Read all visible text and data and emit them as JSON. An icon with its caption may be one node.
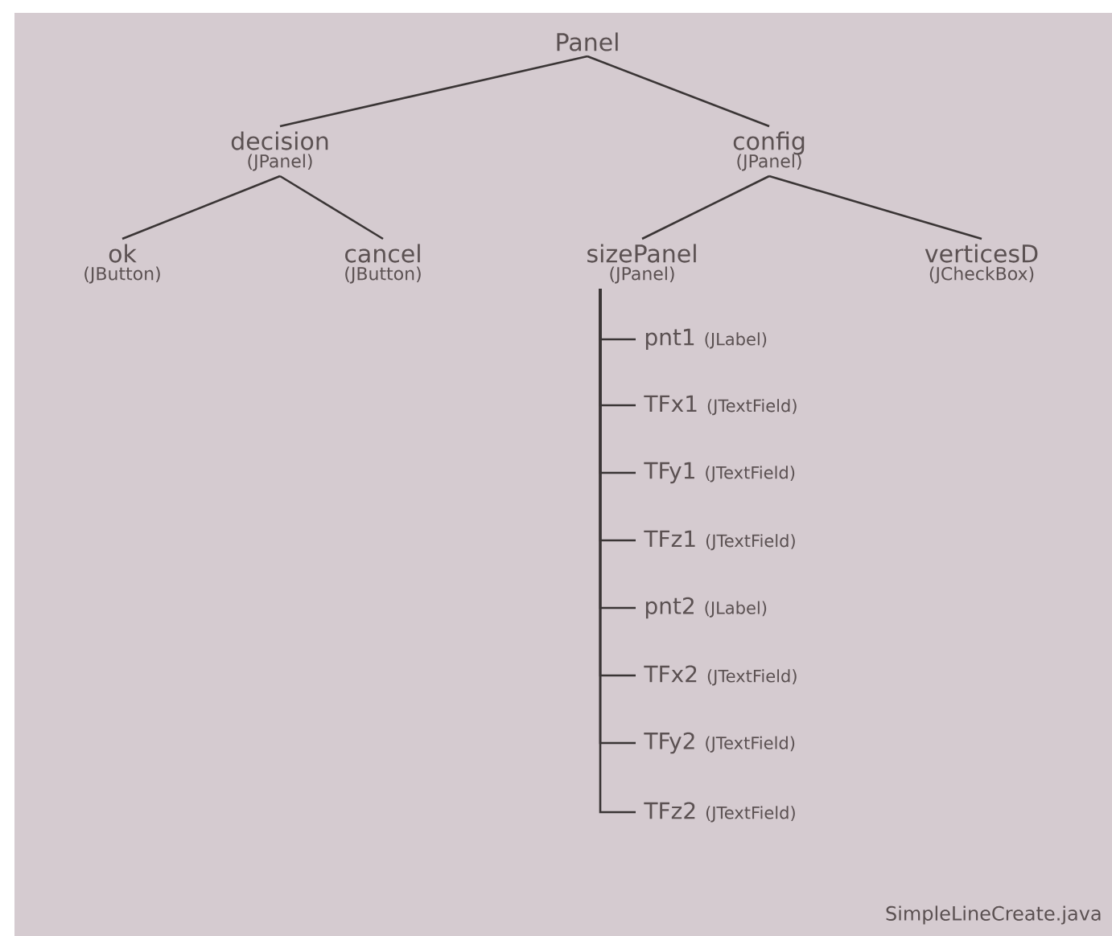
{
  "diagram": {
    "nodes": [
      {
        "text": [
          "Panel"
        ]
      },
      {
        "text": [
          "decision",
          "(JPanel)"
        ]
      },
      {
        "text": [
          "config",
          "(JPanel)"
        ]
      },
      {
        "text": [
          "ok",
          "(JButton)"
        ]
      },
      {
        "text": [
          "cancel",
          "(JButton)"
        ]
      },
      {
        "text": [
          "sizePanel",
          "(JPanel)"
        ]
      },
      {
        "text": [
          "verticesD",
          "(JCheckBox)"
        ]
      },
      {
        "text": [
          "pnt1",
          "(JLabel)"
        ]
      },
      {
        "text": [
          "TFx1",
          "(JTextField)"
        ]
      },
      {
        "text": [
          "TFy1",
          "(JTextField)"
        ]
      },
      {
        "text": [
          "TFz1",
          "(JTextField)"
        ]
      },
      {
        "text": [
          "pnt2",
          "(JLabel)"
        ]
      },
      {
        "text": [
          "TFx2",
          "(JTextField)"
        ]
      },
      {
        "text": [
          "TFy2",
          "(JTextField)"
        ]
      },
      {
        "text": [
          "TFz2",
          "(JTextField)"
        ]
      }
    ],
    "edges": [
      {
        "from": 0,
        "to": 1,
        "arrow": "none"
      },
      {
        "from": 0,
        "to": 2,
        "arrow": "none"
      },
      {
        "from": 1,
        "to": 3,
        "arrow": "none"
      },
      {
        "from": 1,
        "to": 4,
        "arrow": "none"
      },
      {
        "from": 2,
        "to": 5,
        "arrow": "none"
      },
      {
        "from": 2,
        "to": 6,
        "arrow": "none"
      },
      {
        "from": 5,
        "to": 7,
        "arrow": "none"
      },
      {
        "from": 5,
        "to": 8,
        "arrow": "none"
      },
      {
        "from": 5,
        "to": 9,
        "arrow": "none"
      },
      {
        "from": 5,
        "to": 10,
        "arrow": "none"
      },
      {
        "from": 5,
        "to": 11,
        "arrow": "none"
      },
      {
        "from": 5,
        "to": 12,
        "arrow": "none"
      },
      {
        "from": 5,
        "to": 13,
        "arrow": "none"
      },
      {
        "from": 5,
        "to": 14,
        "arrow": "none"
      }
    ],
    "labels": [
      "SimpleLineCreate.java"
    ]
  }
}
